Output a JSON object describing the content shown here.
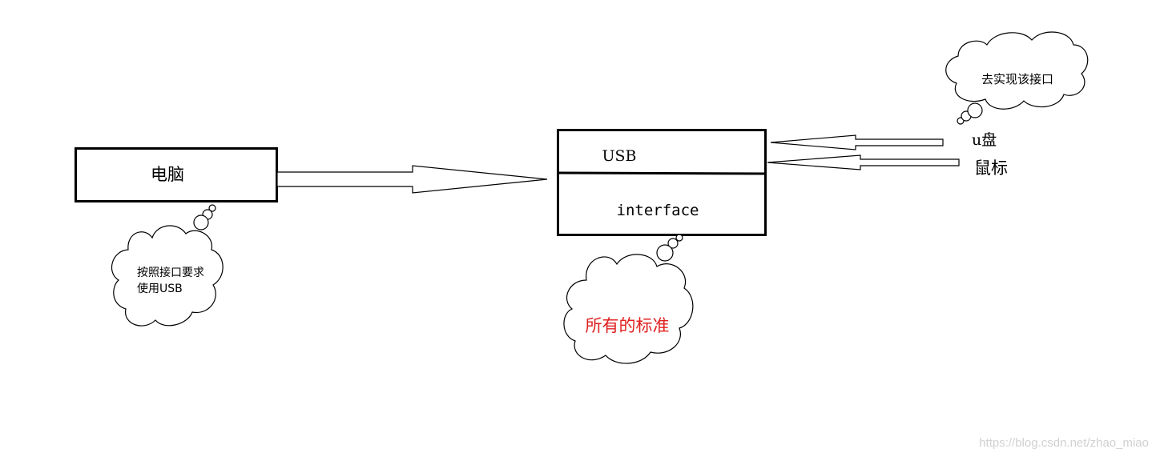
{
  "computer": {
    "label": "电脑",
    "note": [
      "按照接口要求",
      "使用USB"
    ]
  },
  "usb_interface": {
    "top_label": "USB",
    "bottom_label": "interface",
    "note": "所有的标准"
  },
  "implementations": {
    "note": "去实现该接口",
    "items": [
      "u盘",
      "鼠标"
    ]
  },
  "watermark": "https://blog.csdn.net/zhao_miao",
  "colors": {
    "stroke": "#000000",
    "emphasis": "#e02020",
    "watermark": "#d0d0d0"
  }
}
